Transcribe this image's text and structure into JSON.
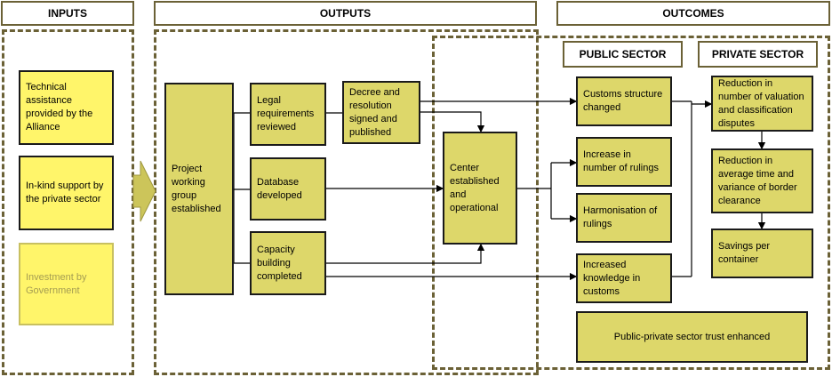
{
  "headers": {
    "inputs": "INPUTS",
    "outputs": "OUTPUTS",
    "outcomes": "OUTCOMES",
    "public_sector": "PUBLIC SECTOR",
    "private_sector": "PRIVATE SECTOR"
  },
  "inputs": {
    "technical": "Technical assistance provided by the Alliance",
    "inkind": "In-kind support by the private sector",
    "government": "Investment by Government"
  },
  "outputs": {
    "project_group": "Project working group established",
    "legal": "Legal requirements reviewed",
    "decree": "Decree and resolution signed and published",
    "database": "Database developed",
    "capacity": "Capacity building completed",
    "center": "Center established and operational"
  },
  "outcomes": {
    "customs_structure": "Customs structure changed",
    "rulings_increase": "Increase in number of rulings",
    "harmonisation": "Harmonisation of rulings",
    "knowledge": "Increased knowledge in customs",
    "valuation": "Reduction in number of valuation and classification disputes",
    "time": "Reduction in average time and variance of border clearance",
    "savings": "Savings per container",
    "trust": "Public-private sector trust enhanced"
  },
  "colors": {
    "box_fill": "#ddd76a",
    "input_fill": "#fff56a",
    "dashed_border": "#6b6136"
  }
}
